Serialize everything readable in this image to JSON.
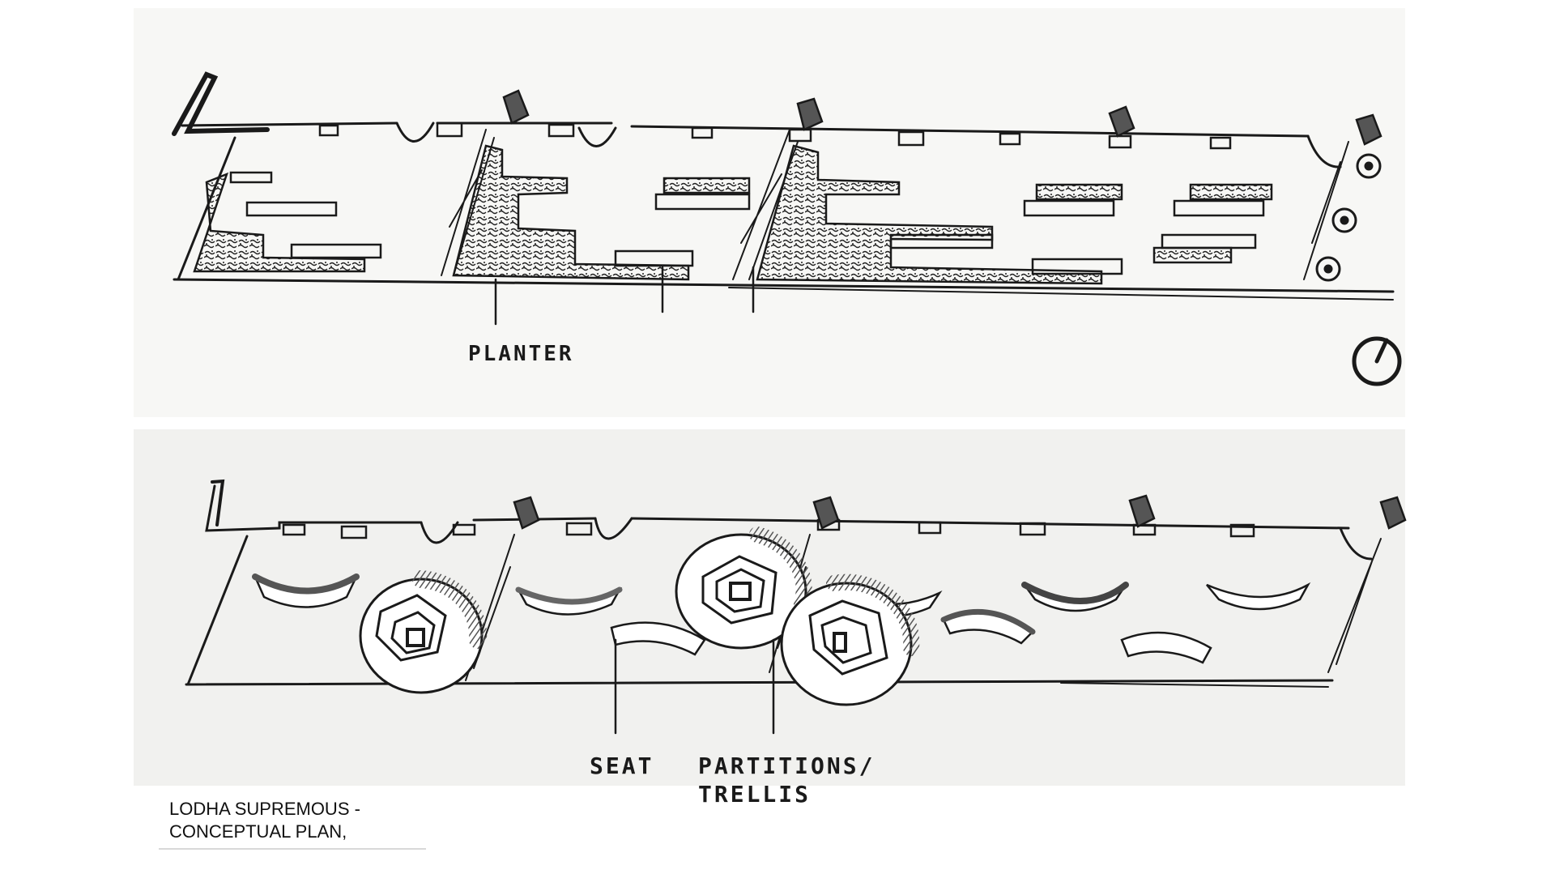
{
  "labels": {
    "planter": "PLANTER",
    "seat": "SEAT",
    "partitions": "PARTITIONS/",
    "trellis": "TRELLIS"
  },
  "caption": {
    "line1": "LODHA SUPREMOUS -",
    "line2": "CONCEPTUAL PLAN,"
  },
  "colors": {
    "ink": "#1a1a1a",
    "tone": "#555555",
    "paper": "#f7f7f5"
  }
}
